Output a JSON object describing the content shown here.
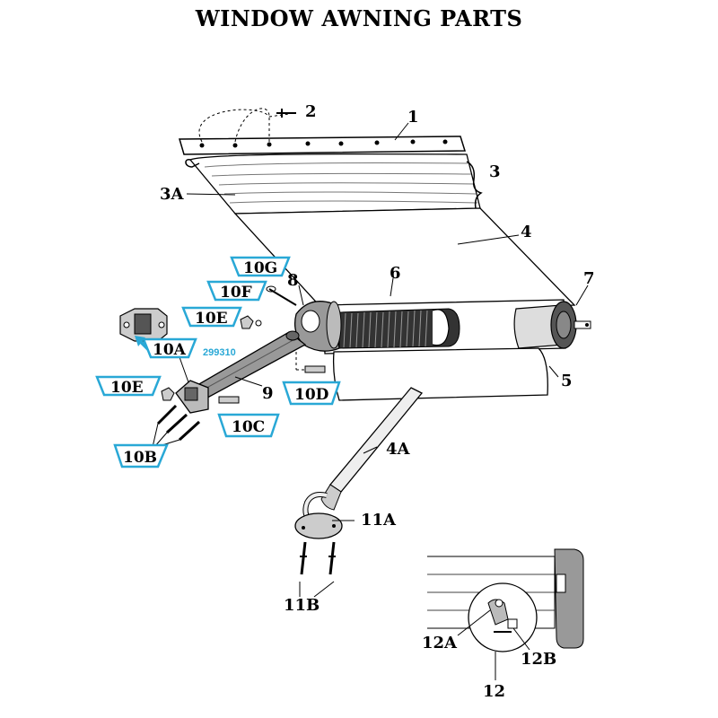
{
  "title": "WINDOW AWNING PARTS",
  "accent_color": "#29a8d6",
  "part_number": "299310",
  "labels": {
    "p1": "1",
    "p2": "2",
    "p3": "3",
    "p3a": "3A",
    "p4": "4",
    "p4a": "4A",
    "p5": "5",
    "p6": "6",
    "p7": "7",
    "p8": "8",
    "p9": "9",
    "p10a": "10A",
    "p10b": "10B",
    "p10c": "10C",
    "p10d": "10D",
    "p10e_top": "10E",
    "p10e_bottom": "10E",
    "p10f": "10F",
    "p10g": "10G",
    "p11a": "11A",
    "p11b": "11B",
    "p12": "12",
    "p12a": "12A",
    "p12b": "12B"
  }
}
